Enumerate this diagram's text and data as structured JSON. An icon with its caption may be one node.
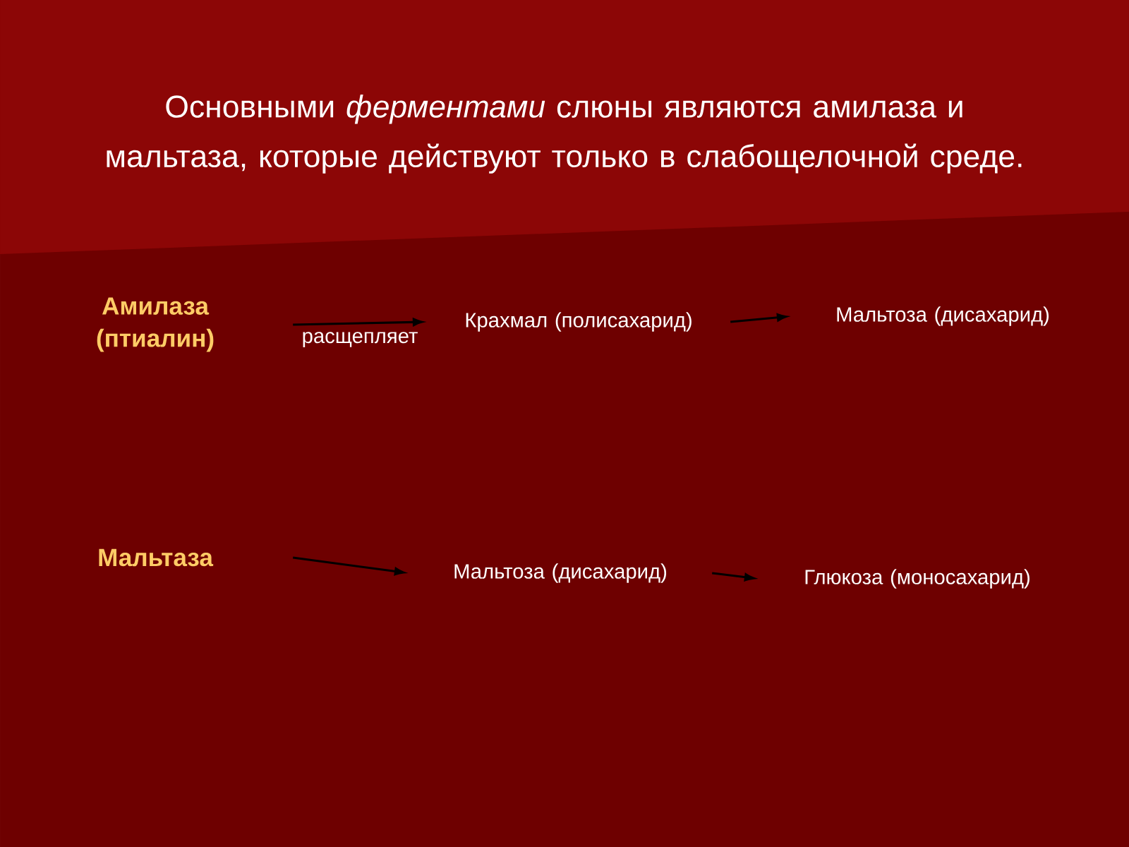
{
  "diagram": {
    "title": "Основными *ферментами* слюны являются амилаза и мальтаза, которые действуют только в слабощелочной среде.",
    "nodes": [
      {
        "text": [
          "Амилаза (птиалин)"
        ]
      },
      {
        "text": [
          "Крахмал (полисахарид)"
        ]
      },
      {
        "text": [
          "Мальтоза (дисахарид)"
        ]
      },
      {
        "text": [
          "Мальтаза"
        ]
      },
      {
        "text": [
          "Мальтоза (дисахарид)"
        ]
      },
      {
        "text": [
          "Глюкоза (моносахарид)"
        ]
      }
    ],
    "edges": [
      {
        "from": 0,
        "to": 1,
        "arrow": "to",
        "label": "расщепляет"
      },
      {
        "from": 1,
        "to": 2,
        "arrow": "to"
      },
      {
        "from": 3,
        "to": 4,
        "arrow": "to"
      },
      {
        "from": 4,
        "to": 5,
        "arrow": "to"
      }
    ]
  }
}
